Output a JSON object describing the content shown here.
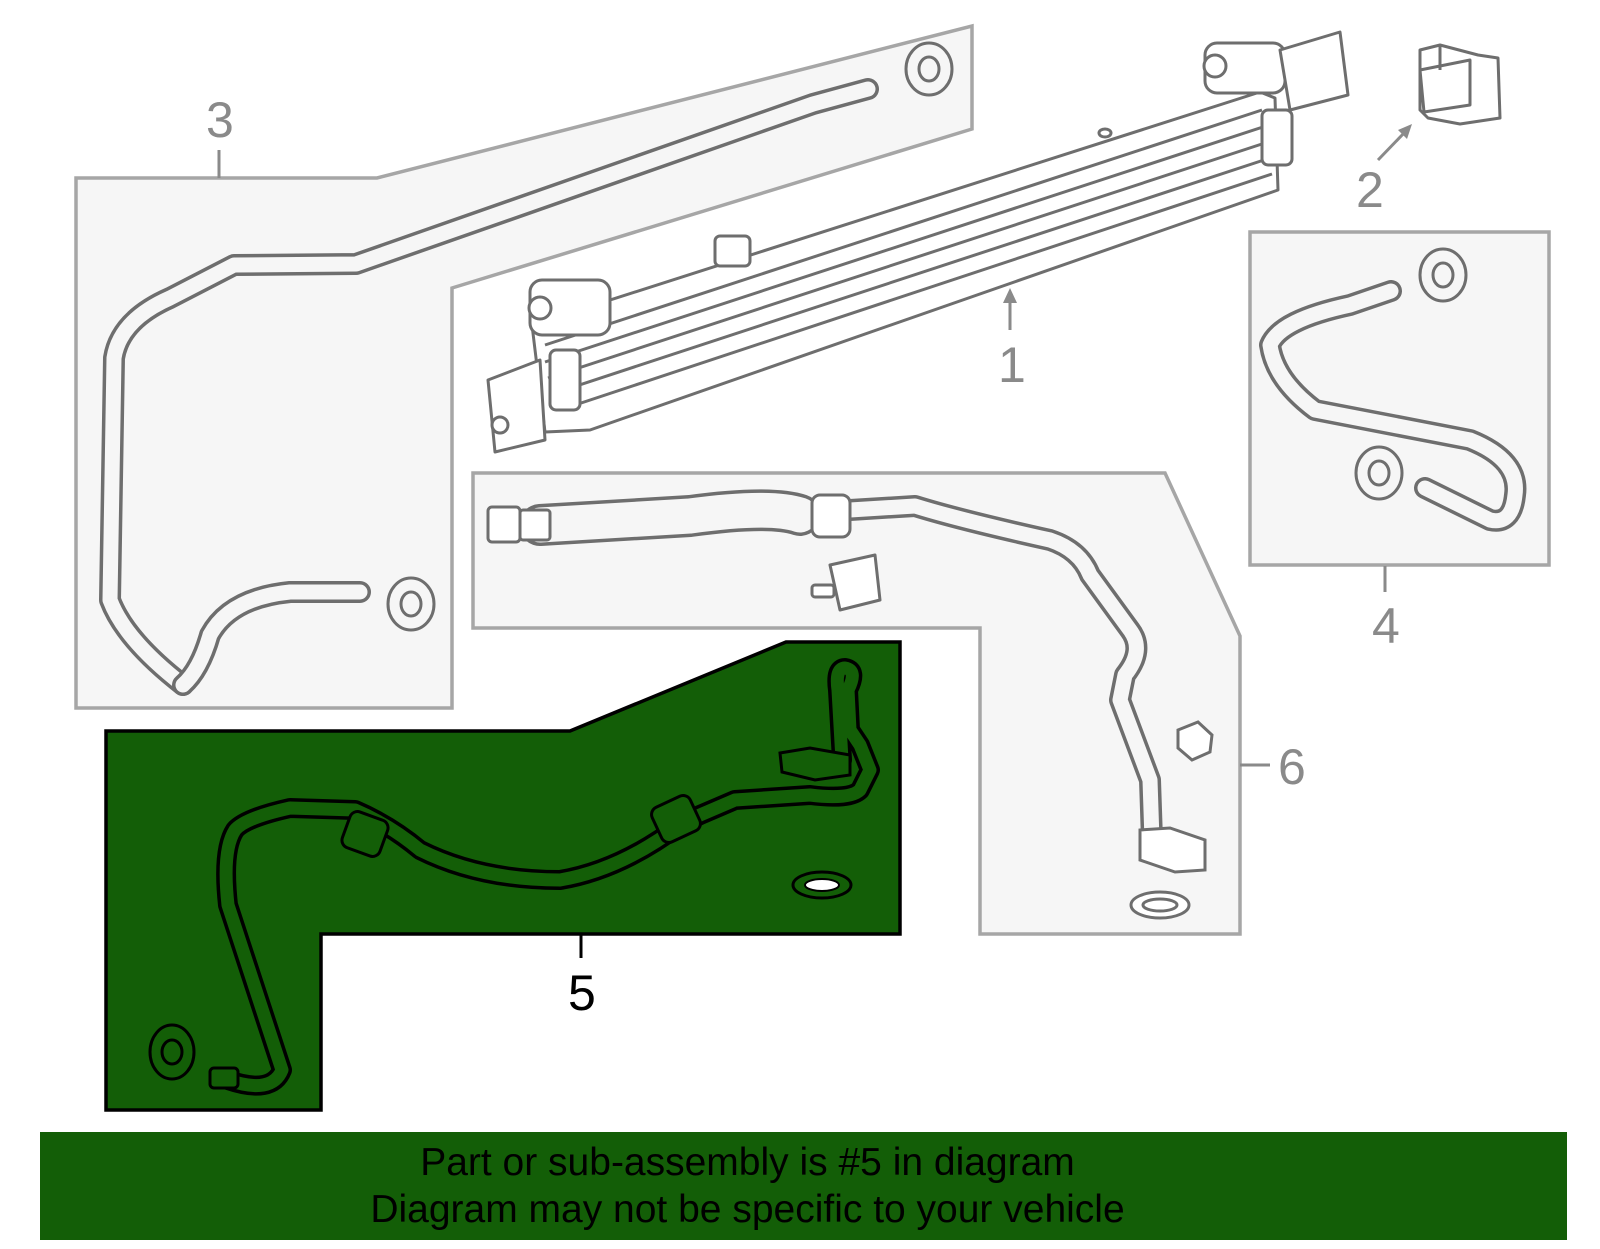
{
  "callouts": {
    "c1": "1",
    "c2": "2",
    "c3": "3",
    "c4": "4",
    "c5": "5",
    "c6": "6"
  },
  "selected_part": "5",
  "colors": {
    "highlight_fill": "#135e07",
    "panel_fill": "#f6f6f6",
    "panel_stroke": "#a6a6a6",
    "part_stroke": "#6e6e6e",
    "label_gray": "#8a8a8a"
  },
  "banner": {
    "line1": "Part or sub-assembly is #5 in diagram",
    "line2": "Diagram may not be specific to your vehicle"
  }
}
